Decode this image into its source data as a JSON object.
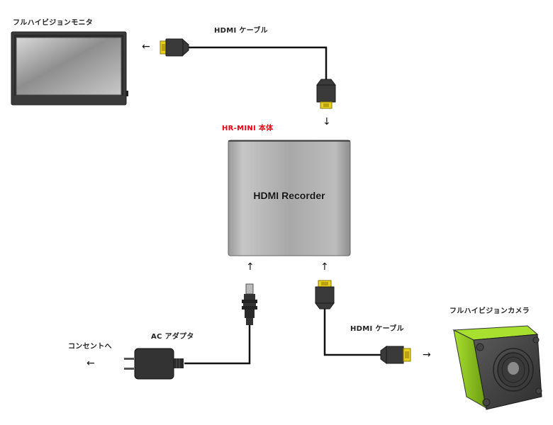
{
  "labels": {
    "monitor": "フルハイビジョンモニタ",
    "hdmi_cable_top": "HDMI ケーブル",
    "main_unit": "HR-MINI 本体",
    "recorder_face": "HDMI Recorder",
    "ac_adapter": "AC アダプタ",
    "outlet": "コンセントへ",
    "hdmi_cable_bottom": "HDMI ケーブル",
    "camera": "フルハイビジョンカメラ"
  },
  "arrows": {
    "left": "←",
    "right": "→",
    "up": "↑",
    "down": "↓"
  },
  "colors": {
    "accent_red": "#e60012",
    "camera_green": "#8cc81e",
    "hdmi_gold": "#e8d020",
    "connector_dark": "#3a3a3a",
    "device_gray": "#b0b0b0"
  }
}
